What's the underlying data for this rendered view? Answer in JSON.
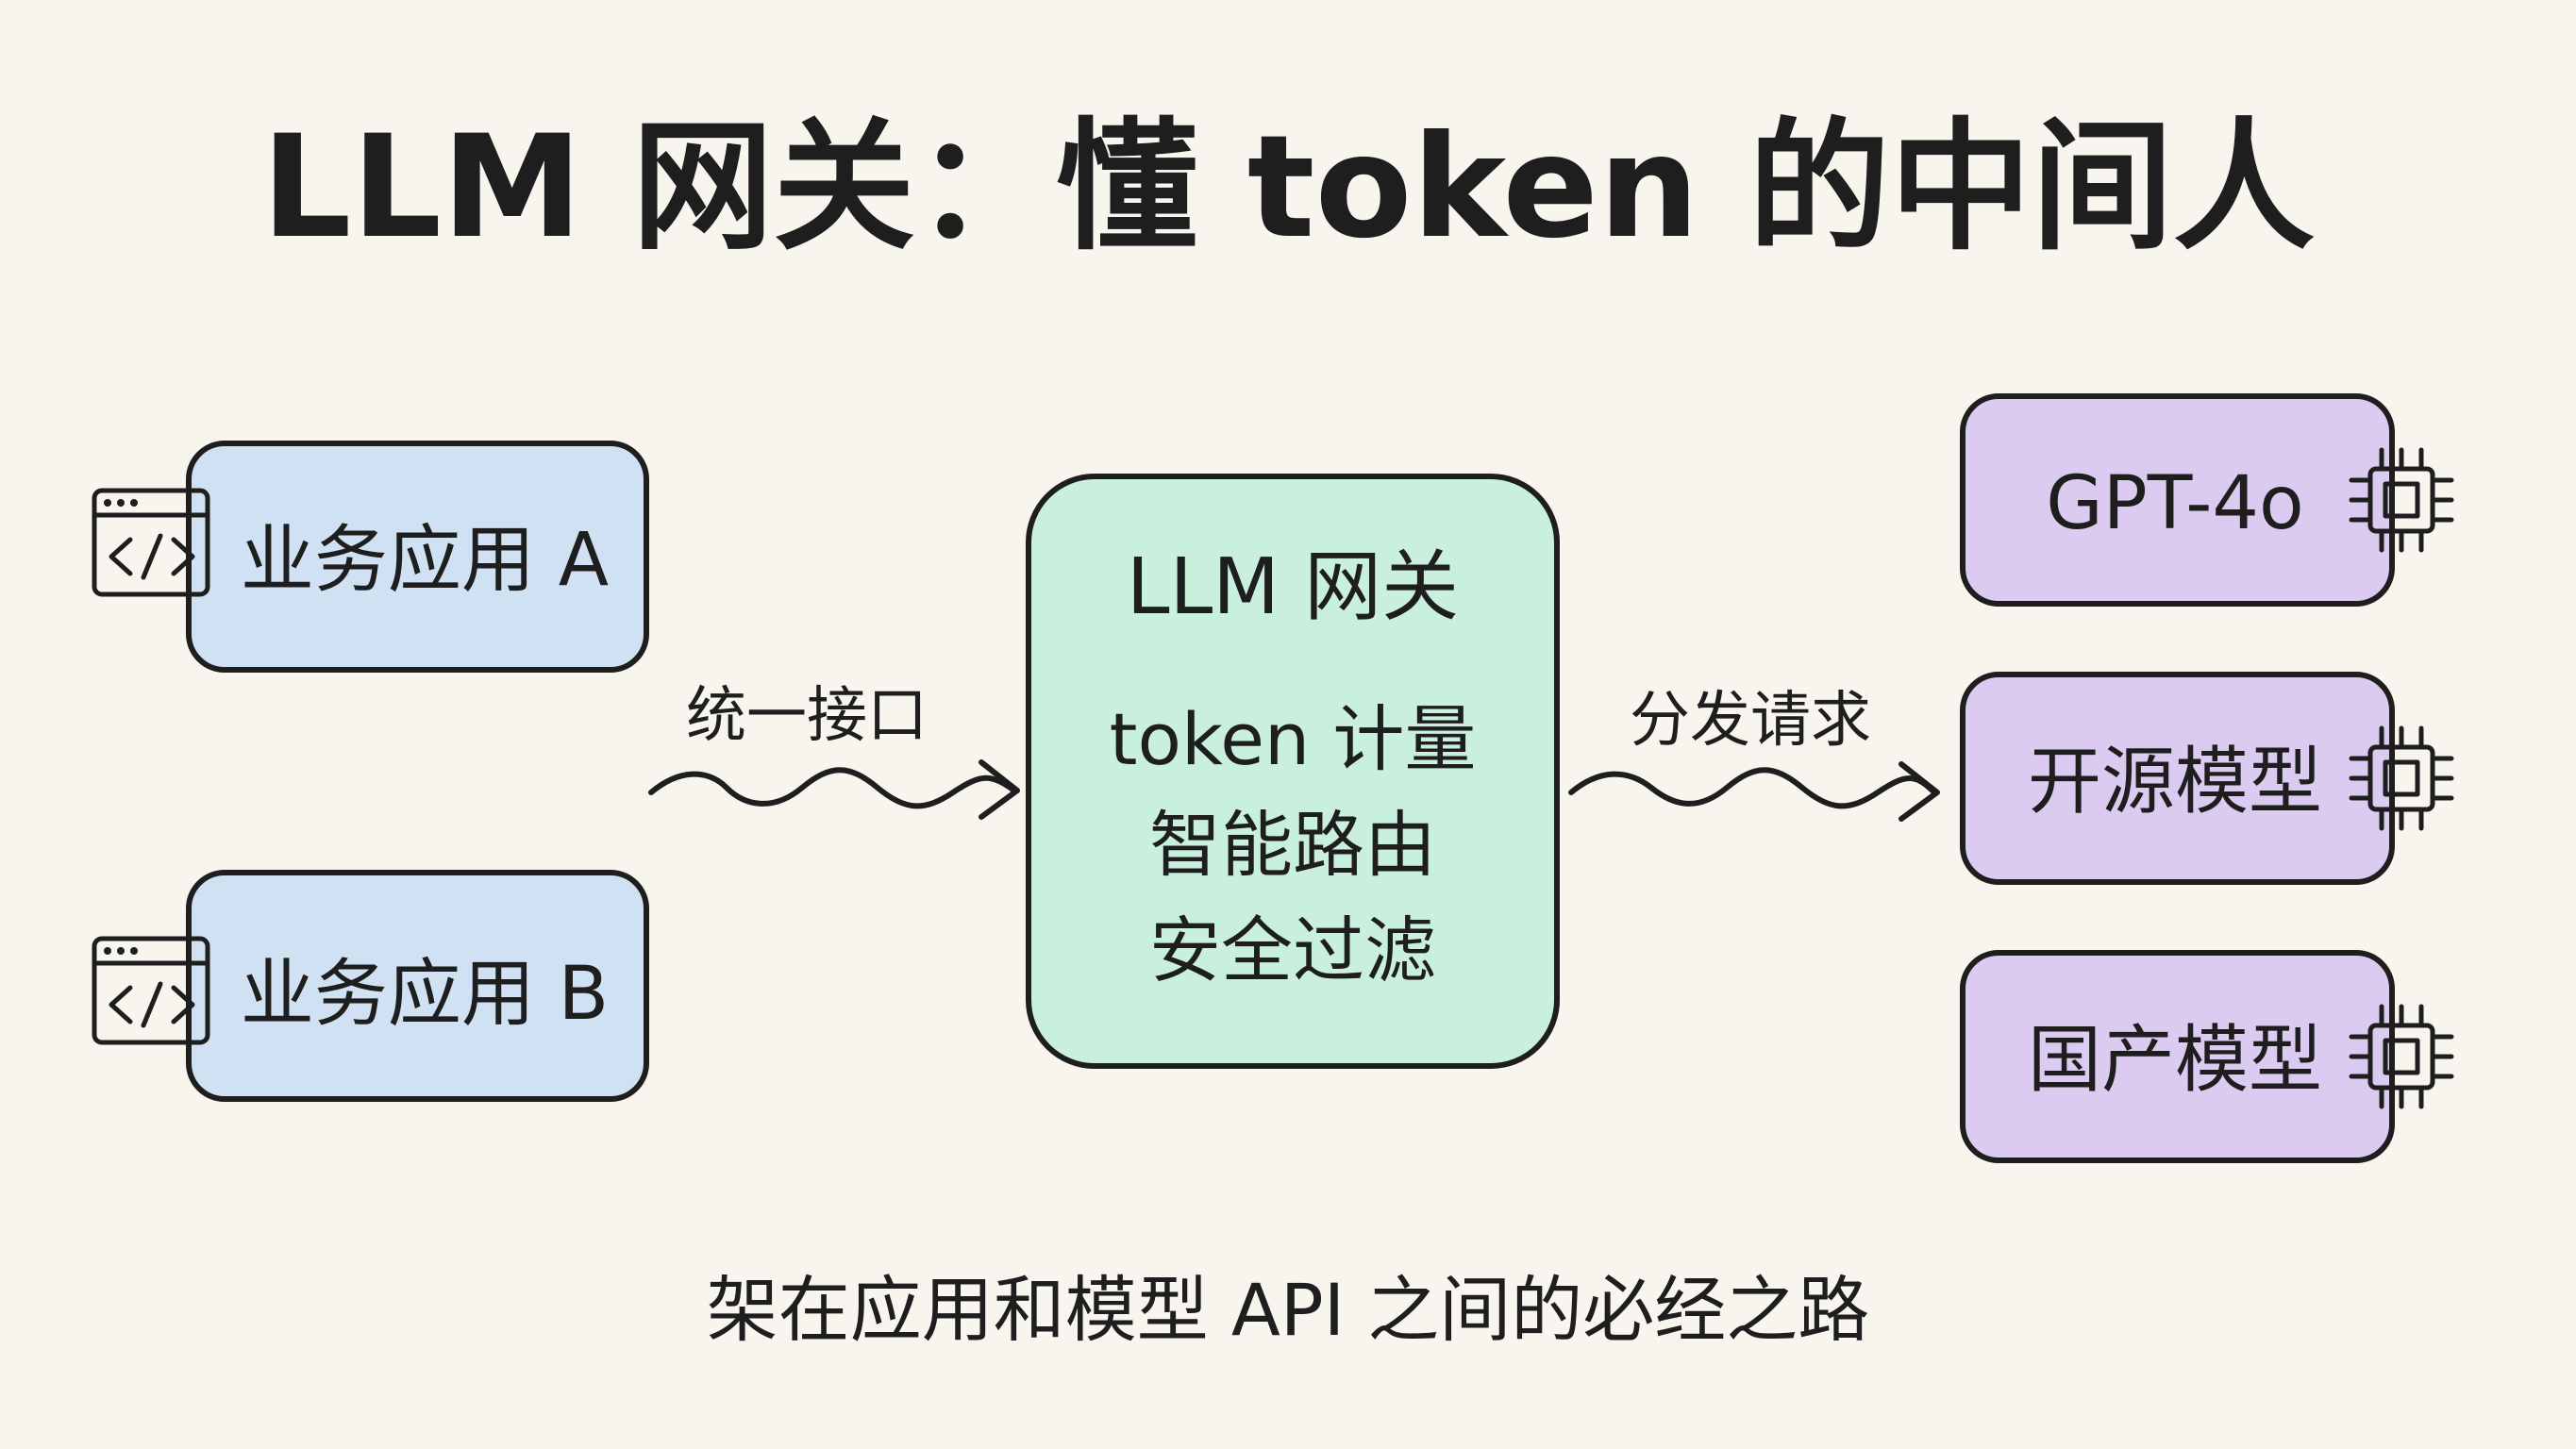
{
  "title": "LLM 网关：懂 token 的中间人",
  "apps": [
    {
      "label": "业务应用 A",
      "icon": "code-window-icon"
    },
    {
      "label": "业务应用 B",
      "icon": "code-window-icon"
    }
  ],
  "gateway": {
    "title": "LLM 网关",
    "features": [
      "token 计量",
      "智能路由",
      "安全过滤"
    ]
  },
  "edges": {
    "inbound": "统一接口",
    "outbound": "分发请求"
  },
  "models": [
    {
      "label": "GPT-4o",
      "icon": "chip-icon"
    },
    {
      "label": "开源模型",
      "icon": "chip-icon"
    },
    {
      "label": "国产模型",
      "icon": "chip-icon"
    }
  ],
  "caption": "架在应用和模型 API 之间的必经之路",
  "colors": {
    "background": "#f8f5ee",
    "app_fill": "#cfe1f3",
    "gateway_fill": "#c9efdd",
    "model_fill": "#dccbf0",
    "ink": "#1e1e1e"
  }
}
